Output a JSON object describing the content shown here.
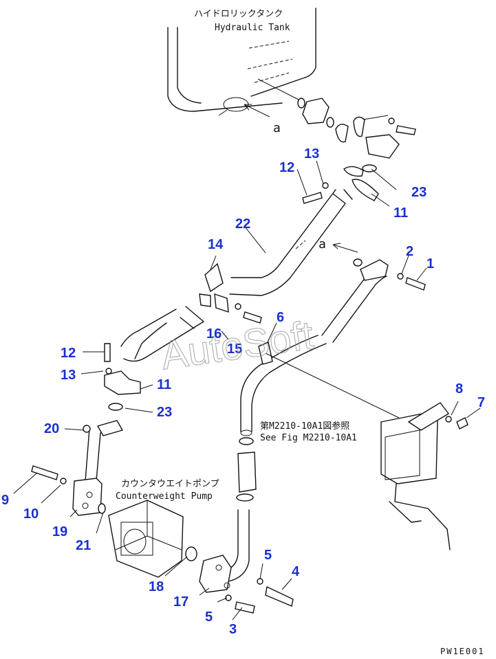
{
  "labels": {
    "tank_jp": "ハイドロリックタンク",
    "tank_en": "Hydraulic Tank",
    "pump_jp": "カウンタウエイトポンプ",
    "pump_en": "Counterweight Pump",
    "ref_jp": "第M2210-10A1図参照",
    "ref_en": "See Fig M2210-10A1",
    "view_a_1": "a",
    "view_a_2": "a",
    "code": "PW1E001",
    "watermark": "AutoSoft"
  },
  "callouts": {
    "c1": "1",
    "c2": "2",
    "c3": "3",
    "c4": "4",
    "c5a": "5",
    "c5b": "5",
    "c6": "6",
    "c7": "7",
    "c8": "8",
    "c9": "9",
    "c10": "10",
    "c11a": "11",
    "c11b": "11",
    "c12a": "12",
    "c12b": "12",
    "c13a": "13",
    "c13b": "13",
    "c14": "14",
    "c15": "15",
    "c16": "16",
    "c17": "17",
    "c18": "18",
    "c19": "19",
    "c20": "20",
    "c21": "21",
    "c22": "22",
    "c23a": "23",
    "c23b": "23"
  },
  "colors": {
    "callout": "#1a2fcf",
    "line": "#111111",
    "watermark": "#9a9a9a"
  }
}
